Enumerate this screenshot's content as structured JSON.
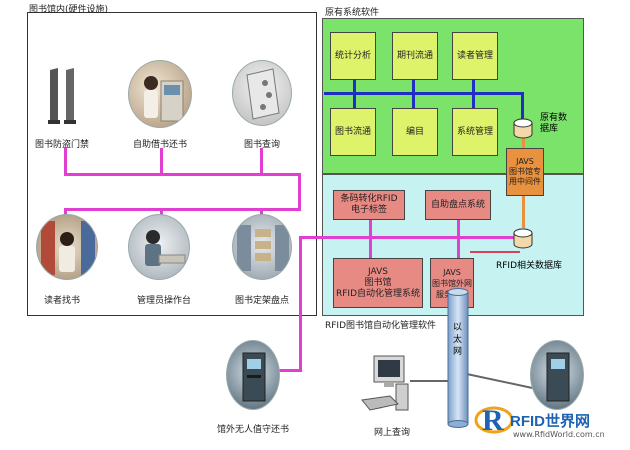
{
  "library": {
    "title": "图书馆内(硬件设施)",
    "devices": [
      {
        "label": "图书防盗门禁"
      },
      {
        "label": "自助借书还书"
      },
      {
        "label": "图书查询"
      },
      {
        "label": "读者找书"
      },
      {
        "label": "管理员操作台"
      },
      {
        "label": "图书定架盘点"
      }
    ],
    "outside_return": "馆外无人值守还书"
  },
  "legacy": {
    "title": "原有系统软件",
    "modules": [
      "统计分析",
      "期刊流通",
      "读者管理",
      "图书流通",
      "编目",
      "系统管理"
    ],
    "db_label": "原有数\n据库",
    "middleware": "JAVS\n图书馆专\n用中间件"
  },
  "rfid": {
    "title": "RFID图书馆自动化管理软件",
    "barcode_box": "条码转化RFID\n电子标签",
    "inventory_box": "自助盘点系统",
    "mgmt_box": "JAVS\n图书馆\nRFID自动化管理系统",
    "outside_box": "JAVS\n图书馆外网\n服务平台",
    "db_label": "RFID相关数据库"
  },
  "network": {
    "ethernet": "以\n太\n网",
    "online_query": "网上查询"
  },
  "watermark": {
    "brand_text": "RFID世界网",
    "url": "www.RfidWorld.com.cn"
  },
  "colors": {
    "panel_green": "#7be26a",
    "panel_cyan": "#c6f2f2",
    "module_fill": "#dff36a",
    "pink_line": "#e13fd2",
    "blue_line": "#1f2fc4",
    "orange": "#e8913e"
  }
}
